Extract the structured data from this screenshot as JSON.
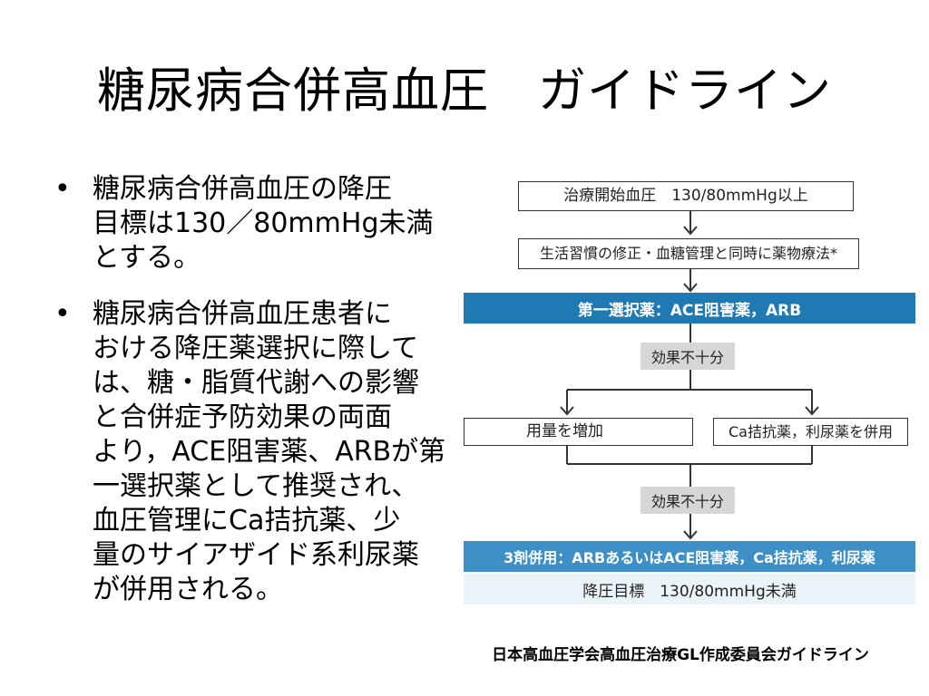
{
  "slide": {
    "title": "糖尿病合併高血圧　ガイドライン",
    "bullets": [
      {
        "marker": "•",
        "lines": [
          "糖尿病合併高血圧の降圧",
          "目標は130／80mmHg未満",
          "とする。"
        ]
      },
      {
        "marker": "•",
        "lines": [
          "糖尿病合併高血圧患者に",
          "おける降圧薬選択に際して",
          "は、糖・脂質代謝への影響",
          "と合併症予防効果の両面",
          "より，ACE阻害薬、ARBが第",
          "一選択薬として推奨され、",
          "血圧管理にCa拮抗薬、少",
          "量のサイアザイド系利尿薬",
          "が併用される。"
        ]
      }
    ],
    "caption": "日本高血圧学会高血圧治療GL作成委員会ガイドライン"
  },
  "flowchart": {
    "start": "治療開始血圧　130/80mmHg以上",
    "lifestyle": "生活習慣の修正・血糖管理と同時に薬物療法*",
    "first_line": "第一選択薬：ACE阻害薬，ARB",
    "insufficient_1": "効果不十分",
    "increase_dose": "用量を増加",
    "combine": "Ca拮抗薬，利尿薬を併用",
    "insufficient_2": "効果不十分",
    "triple": "3剤併用：ARBあるいはACE阻害薬，Ca拮抗薬，利尿薬",
    "target": "降圧目標　130/80mmHg未満"
  },
  "colors": {
    "band_blue": "#1f7ab4",
    "band_blue_light": "#3d8fc5",
    "gray_box": "#d6d6d6",
    "target_bg": "#eaf3f8"
  }
}
